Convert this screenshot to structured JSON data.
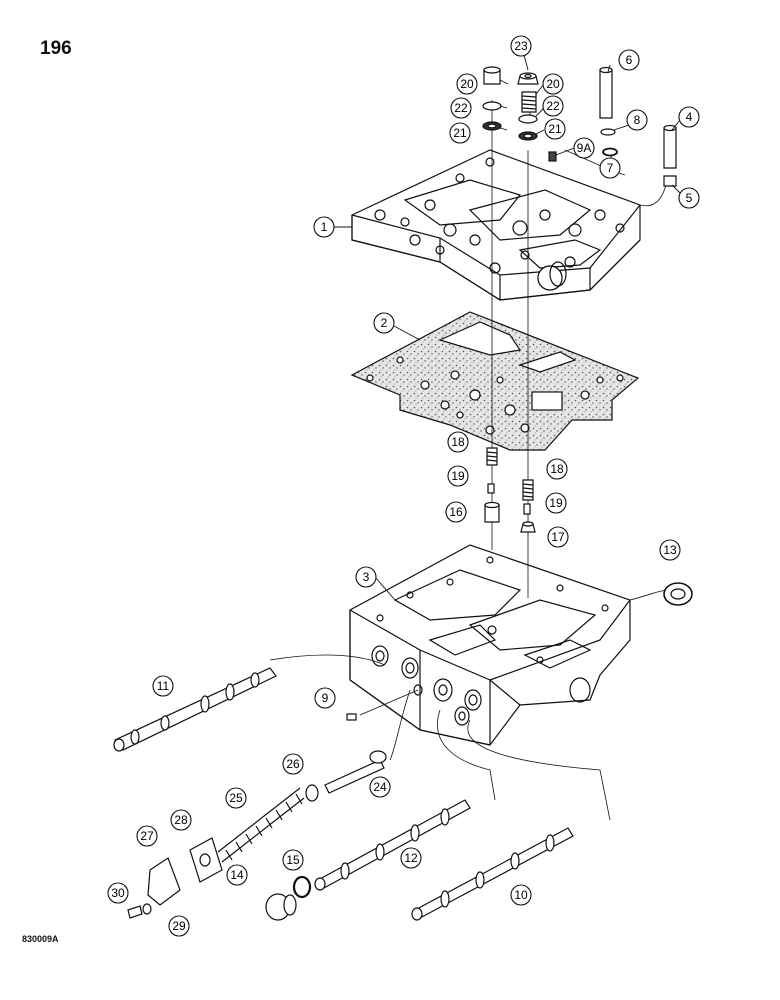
{
  "page_number": "196",
  "figure_code": "830009A",
  "callouts": [
    "1",
    "2",
    "3",
    "4",
    "5",
    "6",
    "7",
    "8",
    "9A",
    "9",
    "10",
    "11",
    "12",
    "13",
    "14",
    "15",
    "16",
    "17",
    "18",
    "18",
    "19",
    "19",
    "20",
    "20",
    "21",
    "21",
    "22",
    "22",
    "23",
    "24",
    "25",
    "26",
    "27",
    "28",
    "29",
    "30"
  ],
  "colors": {
    "line": "#111111",
    "paper": "#ffffff",
    "gasket": "#d8d8d8"
  }
}
